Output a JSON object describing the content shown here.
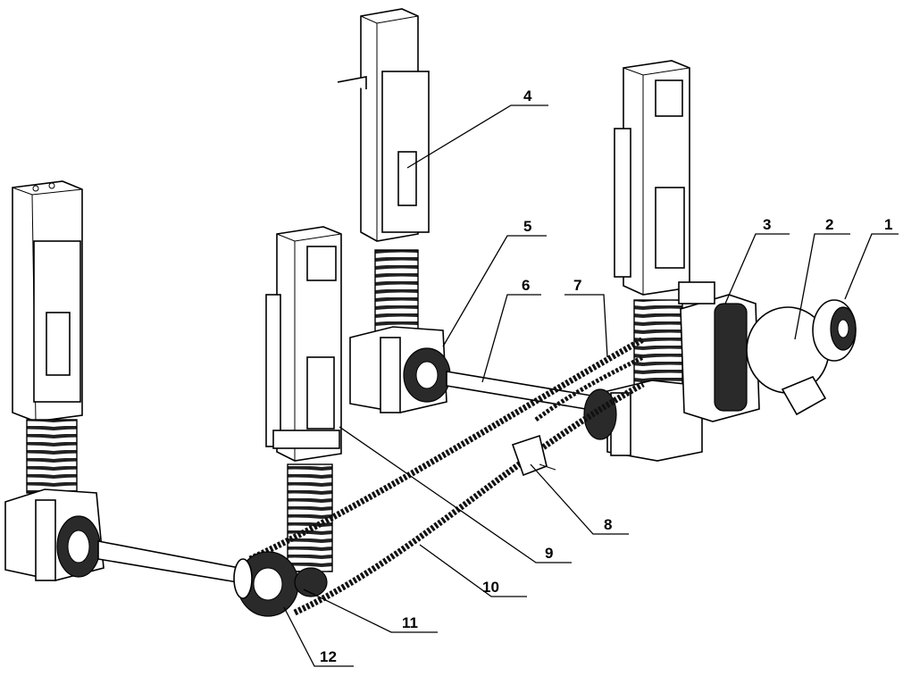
{
  "diagram": {
    "callouts": [
      {
        "id": "1",
        "text": "1"
      },
      {
        "id": "2",
        "text": "2"
      },
      {
        "id": "3",
        "text": "3"
      },
      {
        "id": "4",
        "text": "4"
      },
      {
        "id": "5",
        "text": "5"
      },
      {
        "id": "6",
        "text": "6"
      },
      {
        "id": "7",
        "text": "7"
      },
      {
        "id": "8",
        "text": "8"
      },
      {
        "id": "9",
        "text": "9"
      },
      {
        "id": "10",
        "text": "10"
      },
      {
        "id": "11",
        "text": "11"
      },
      {
        "id": "12",
        "text": "12"
      }
    ],
    "components": [
      "column-left",
      "column-middle-front",
      "column-middle-back",
      "column-right",
      "bellows-left",
      "bellows-middle-front",
      "bellows-middle-back",
      "bellows-right",
      "gearbox-left",
      "gearbox-middle-back",
      "gearbox-right",
      "shaft-left",
      "shaft-middle",
      "chain-loop",
      "sprocket-12",
      "sprocket-11",
      "tensioner-8",
      "motor-3",
      "reducer-2",
      "handwheel-1"
    ]
  }
}
